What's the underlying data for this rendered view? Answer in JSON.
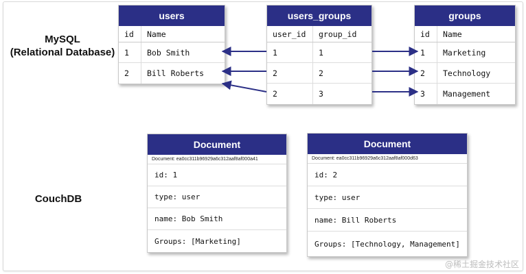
{
  "mysql": {
    "label_line1": "MySQL",
    "label_line2": "(Relational Database)"
  },
  "couchdb": {
    "label": "CouchDB"
  },
  "users": {
    "title": "users",
    "columns": [
      "id",
      "Name"
    ],
    "rows": [
      [
        "1",
        "Bob Smith"
      ],
      [
        "2",
        "Bill Roberts"
      ]
    ]
  },
  "users_groups": {
    "title": "users_groups",
    "columns": [
      "user_id",
      "group_id"
    ],
    "rows": [
      [
        "1",
        "1"
      ],
      [
        "2",
        "2"
      ],
      [
        "2",
        "3"
      ]
    ]
  },
  "groups": {
    "title": "groups",
    "columns": [
      "id",
      "Name"
    ],
    "rows": [
      [
        "1",
        "Marketing"
      ],
      [
        "2",
        "Technology"
      ],
      [
        "3",
        "Management"
      ]
    ]
  },
  "documents": [
    {
      "title": "Document",
      "doc_id": "Document: ea0cc311b96929a6c312aaf8af000a41",
      "fields": [
        "id: 1",
        "type: user",
        "name: Bob Smith",
        "Groups: [Marketing]"
      ]
    },
    {
      "title": "Document",
      "doc_id": "Document: ea0cc311b96929a6c312aaf8af000d63",
      "fields": [
        "id: 2",
        "type: user",
        "name: Bill Roberts",
        "Groups: [Technology, Management]"
      ]
    }
  ],
  "watermark": "@稀土掘金技术社区",
  "colors": {
    "header": "#2b2f86",
    "arrow": "#2b2f86"
  }
}
